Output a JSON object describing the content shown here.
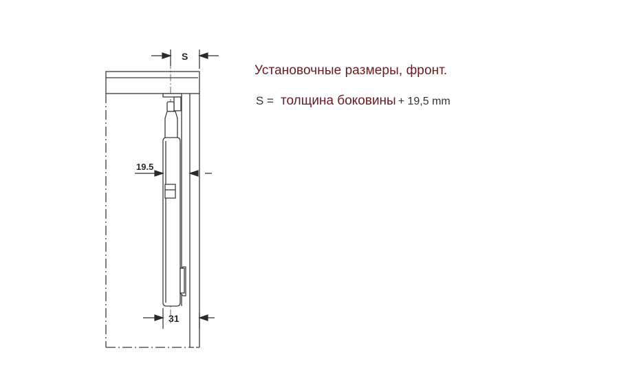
{
  "caption": {
    "title": "Установочные размеры, фронт.",
    "formula": {
      "variable": "S =",
      "term": "толщина боковины",
      "addend": "+ 19,5 mm"
    }
  },
  "dimensions": {
    "s_label": "S",
    "offset_label": "19.5",
    "bottom_label": "31"
  },
  "colors": {
    "caption_red": "#6b1a1e",
    "line": "#3a3a3a",
    "text_dark": "#333333"
  }
}
